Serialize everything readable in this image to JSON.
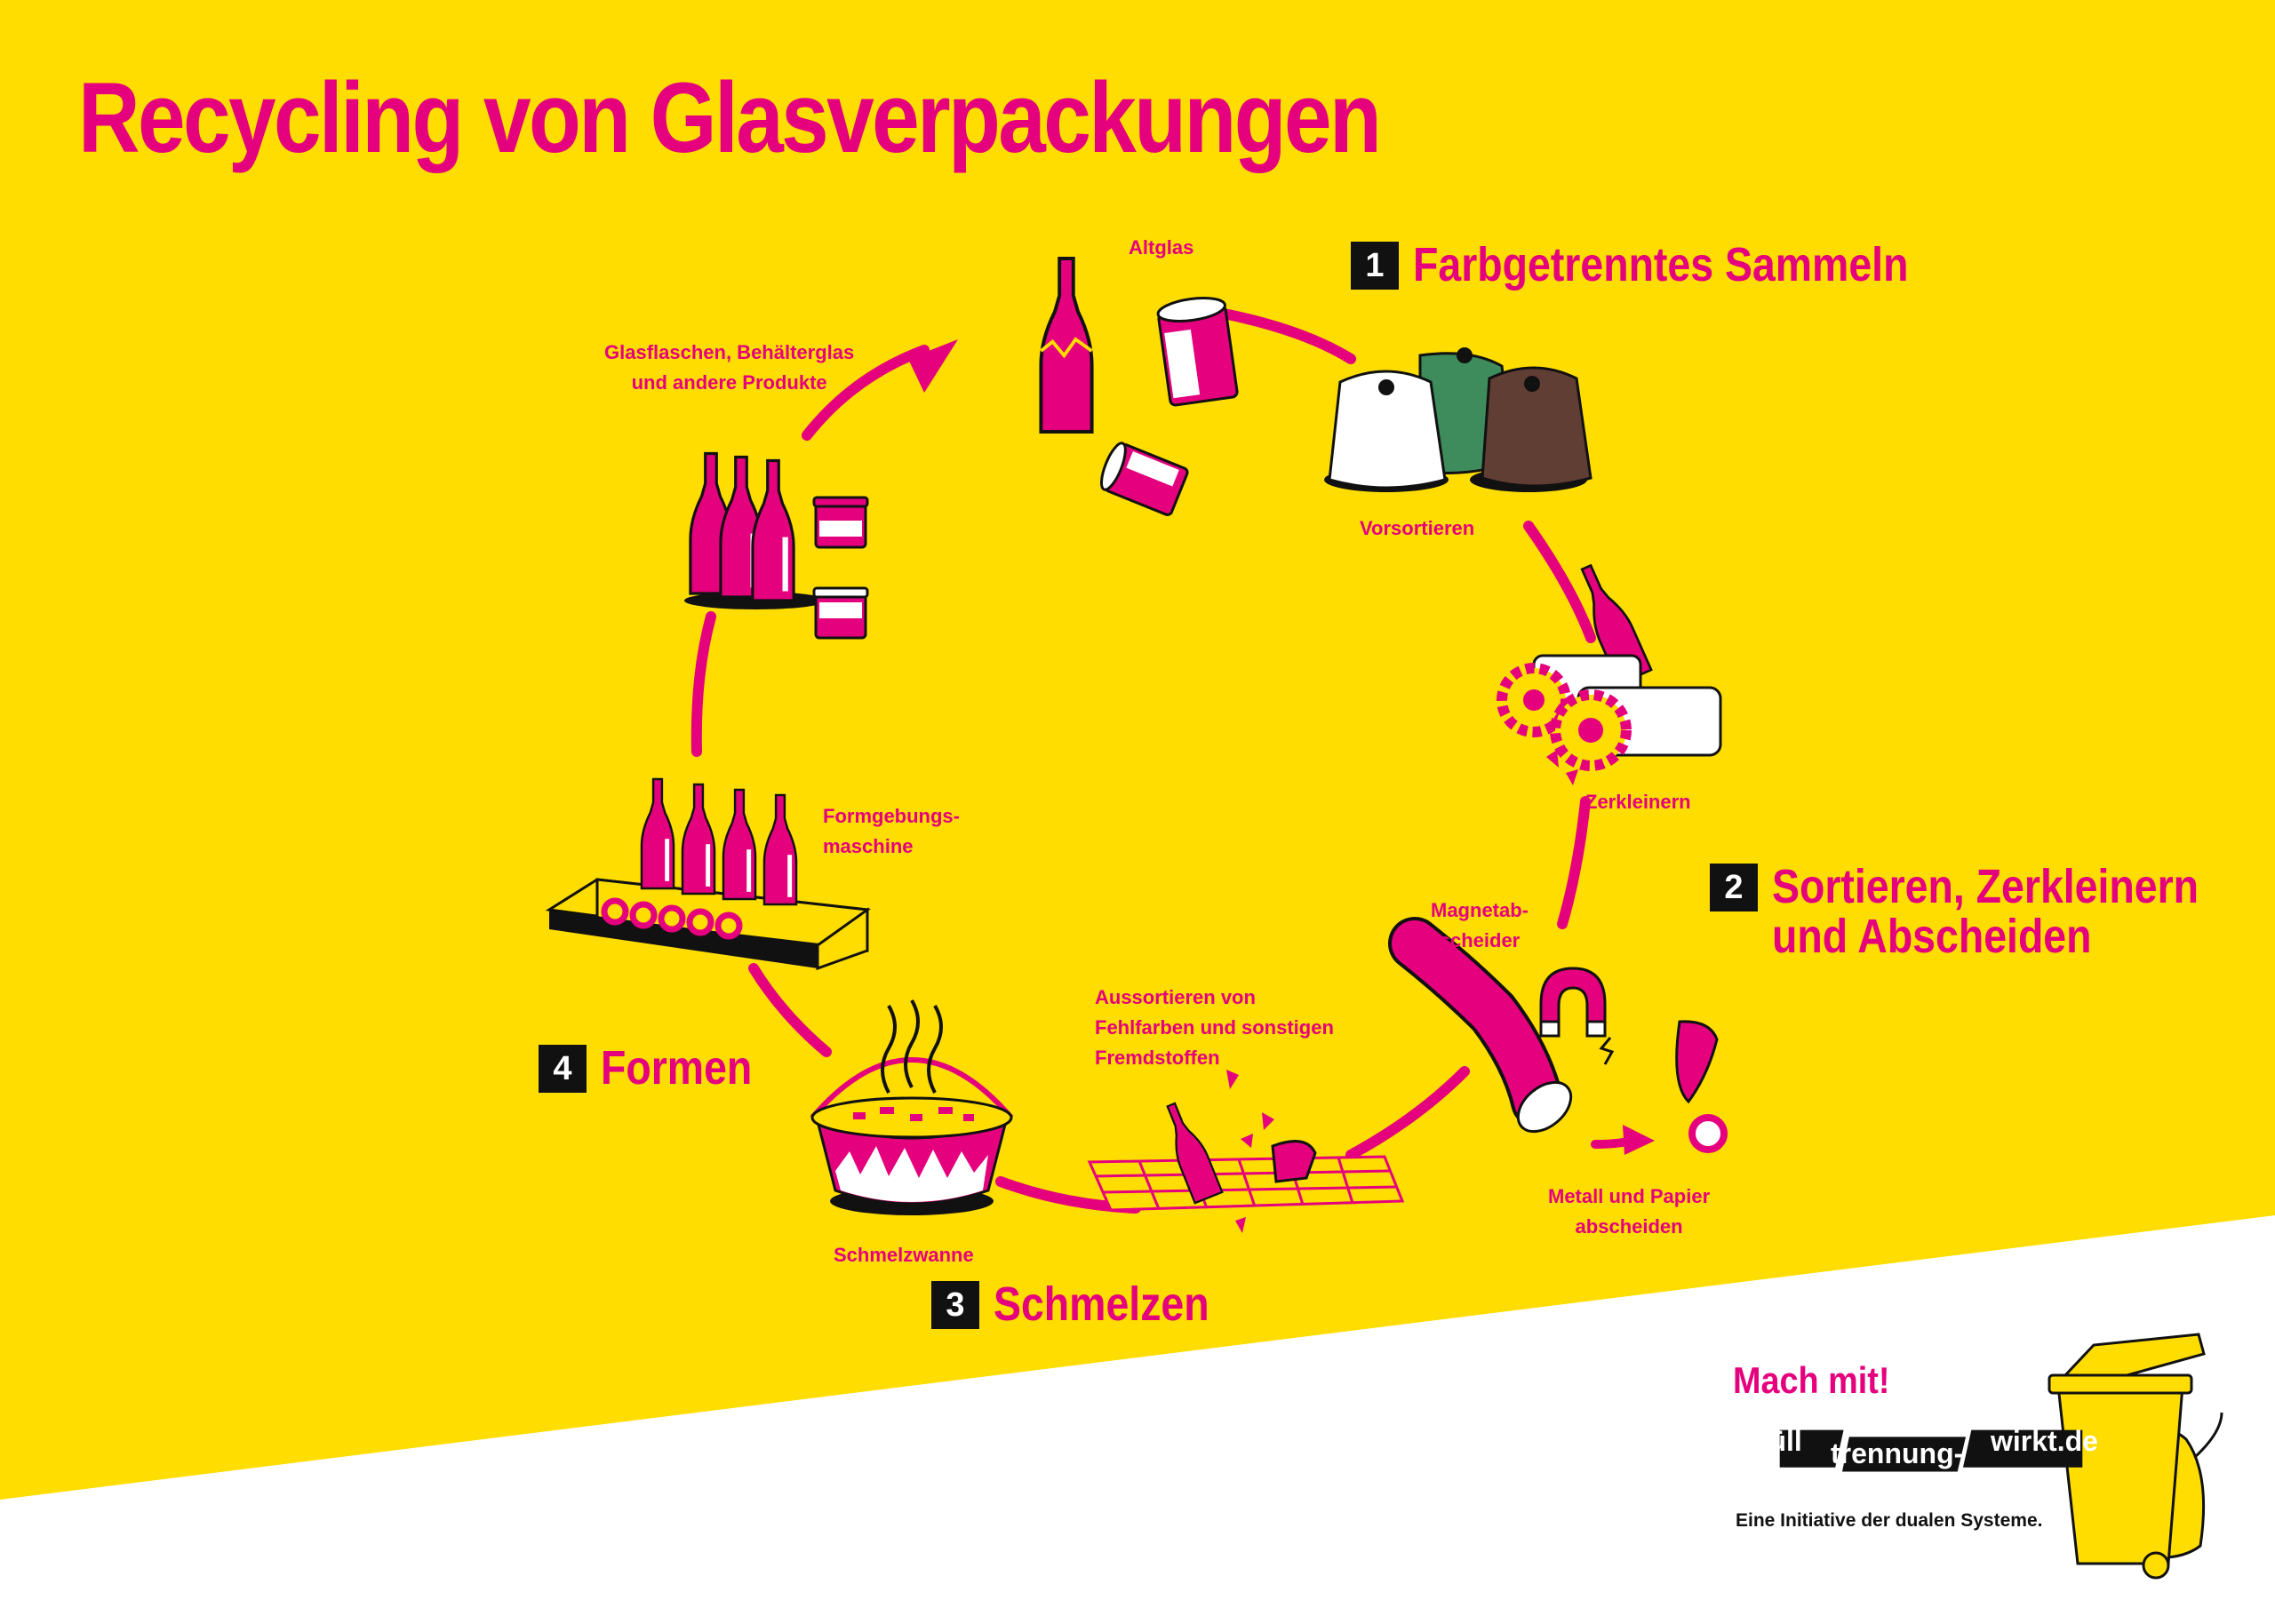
{
  "colors": {
    "background_yellow": "#FFDD00",
    "accent_magenta": "#E5007D",
    "bin_white": "#FFFFFF",
    "bin_green": "#3E8B5C",
    "bin_brown": "#613E33",
    "dark": "#111111"
  },
  "title": "Recycling von Glasverpackungen",
  "steps": [
    {
      "number": "1",
      "title_lines": [
        "Farbgetrenntes Sammeln"
      ]
    },
    {
      "number": "2",
      "title_lines": [
        "Sortieren, Zerkleinern",
        "und Abscheiden"
      ]
    },
    {
      "number": "3",
      "title_lines": [
        "Schmelzen"
      ]
    },
    {
      "number": "4",
      "title_lines": [
        "Formen"
      ]
    }
  ],
  "labels": {
    "altglas": [
      "Altglas"
    ],
    "vorsortieren": [
      "Vorsortieren"
    ],
    "zerkleinern": [
      "Zerkleinern"
    ],
    "magnetabscheider": [
      "Magnetab-",
      "scheider"
    ],
    "metall_papier": [
      "Metall und Papier",
      "abscheiden"
    ],
    "aussortieren": [
      "Aussortieren von",
      "Fehlfarben und sonstigen",
      "Fremdstoffen"
    ],
    "schmelzwanne": [
      "Schmelzwanne"
    ],
    "formgebung": [
      "Formgebungs-",
      "maschine"
    ],
    "produkte": [
      "Glasflaschen, Behälterglas",
      "und andere Produkte"
    ]
  },
  "icons": [
    "bottle-icon",
    "jar-icon",
    "glass-bin-icon",
    "crusher-icon",
    "magnet-icon",
    "sorting-grid-icon",
    "melting-tank-icon",
    "forming-machine-icon",
    "waste-bin-icon",
    "arrow-icon"
  ],
  "footer": {
    "call_to_action": "Mach mit!",
    "logo_parts": [
      "müll",
      "trennung-",
      "wirkt.de"
    ],
    "initiative": "Eine Initiative der dualen Systeme."
  }
}
